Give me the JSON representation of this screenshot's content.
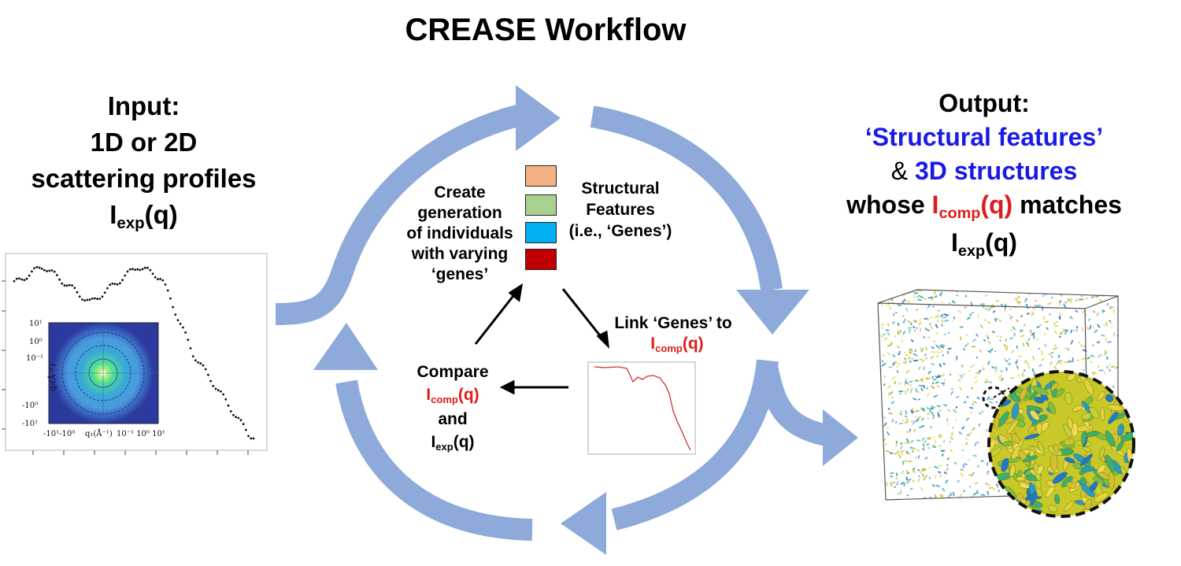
{
  "title": "CREASE Workflow",
  "input": {
    "line1": "Input:",
    "line2": "1D or 2D",
    "line3": "scattering profiles",
    "iexp_main": "I",
    "iexp_sub": "exp",
    "iexp_tail": "(q)"
  },
  "output": {
    "line1": "Output:",
    "structural_features": "‘Structural features’",
    "amp": "& ",
    "structures_3d": "3D structures",
    "whose": "whose ",
    "icomp_main": "I",
    "icomp_sub": "comp",
    "icomp_tail": "(q)",
    "matches": " matches",
    "iexp_main": "I",
    "iexp_sub": "exp",
    "iexp_tail": "(q)"
  },
  "cycle": {
    "create": [
      "Create",
      "generation",
      "of individuals",
      "with varying",
      "‘genes’"
    ],
    "features": [
      "Structural",
      "Features",
      "(i.e., ‘Genes’)"
    ],
    "link_prefix": "Link ‘Genes’ to",
    "link_icomp_main": "I",
    "link_icomp_sub": "comp",
    "link_icomp_tail": "(q)",
    "compare": "Compare",
    "compare_icomp_main": "I",
    "compare_icomp_sub": "comp",
    "compare_icomp_tail": "(q)",
    "and": "and",
    "compare_iexp_main": "I",
    "compare_iexp_sub": "exp",
    "compare_iexp_tail": "(q)"
  },
  "gene_colors": [
    "#f4b183",
    "#a9d18e",
    "#00b0f0",
    "#c00000"
  ],
  "colors": {
    "arrow": "#8eaadb",
    "blue_text": "#1a1ae6",
    "red_text": "#e01b1b"
  },
  "plot_labels": {
    "y_ticks": [
      "10¹",
      "10⁰",
      "10⁻¹",
      "-10⁰",
      "-10¹"
    ],
    "x_ticks": "-10¹-10⁰",
    "x_axis_label": "q₁(Å⁻¹)",
    "x_ticks_right": "10⁻¹ 10⁰ 10¹",
    "y_axis_label": "q₂(Å⁻¹)"
  }
}
